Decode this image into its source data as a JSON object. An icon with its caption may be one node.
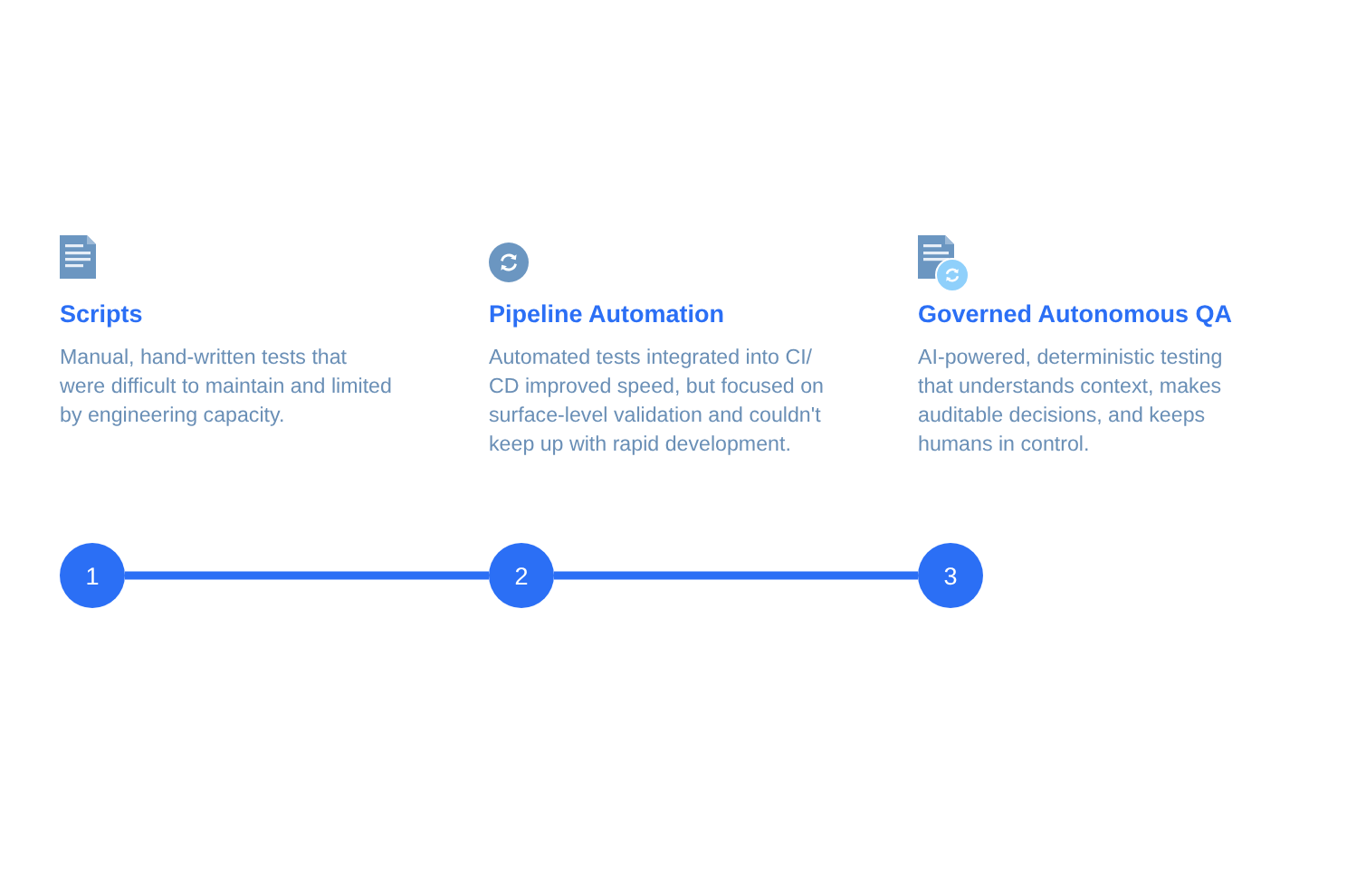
{
  "diagram": {
    "nodes": [
      {
        "text": [
          "1"
        ]
      },
      {
        "text": [
          "2"
        ]
      },
      {
        "text": [
          "3"
        ]
      }
    ],
    "edges": [
      {
        "from": 0,
        "to": 1,
        "arrow": "none"
      },
      {
        "from": 1,
        "to": 2,
        "arrow": "none"
      }
    ],
    "labels": [
      "Scripts",
      "Manual, hand-written tests that were difficult to maintain and limited by engineering capacity.",
      "Pipeline Automation",
      "Automated tests integrated into CI/ CD improved speed, but focused on surface-level validation and couldn't keep up with rapid development.",
      "Governed Autonomous QA",
      "AI-powered, deterministic testing that understands context, makes auditable decisions, and keeps humans in control."
    ]
  }
}
